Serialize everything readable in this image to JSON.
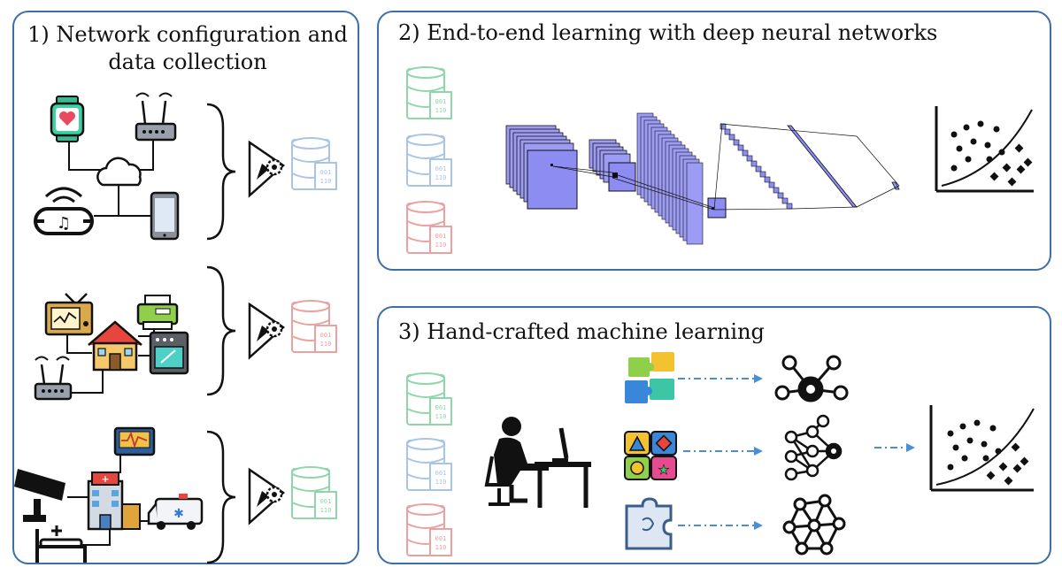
{
  "panels": {
    "collection": {
      "title": "1) Network configuration and data collection"
    },
    "deep_learning": {
      "title": "2) End-to-end learning with deep neural networks"
    },
    "handcrafted": {
      "title": "3) Hand-crafted machine learning"
    }
  },
  "database_icon": {
    "binary_top": "001",
    "binary_bottom": "110"
  },
  "colors": {
    "border": "#3b6fa8",
    "db_green": "#8fd6a8",
    "db_blue": "#a8c4e6",
    "db_red": "#eda0a0",
    "cnn_fill": "#8c8cf2",
    "arrow": "#4a8fd4"
  }
}
